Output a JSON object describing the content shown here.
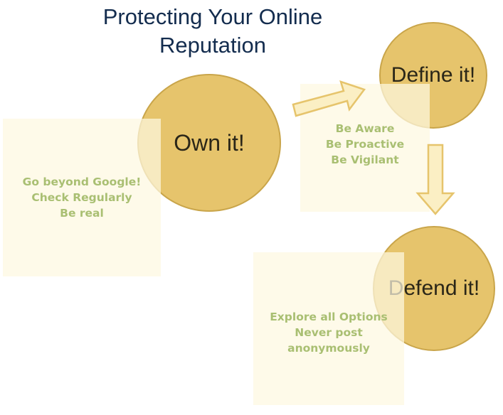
{
  "title": {
    "line1": "Protecting Your Online",
    "line2": "Reputation"
  },
  "stages": [
    {
      "label": "Own it!",
      "notes": [
        "Go beyond Google!",
        "Check Regularly",
        "Be real"
      ]
    },
    {
      "label": "Define it!",
      "notes": [
        "Be Aware",
        "Be Proactive",
        "Be Vigilant"
      ]
    },
    {
      "label": "Defend it!",
      "notes": [
        "Explore all Options",
        "Never post",
        "anonymously"
      ]
    }
  ],
  "colors": {
    "title": "#132c4e",
    "circle_fill": "#e6c46c",
    "circle_stroke": "#c9a54a",
    "note_fill": "#fef8e0",
    "note_text": "#a9bf72",
    "arrow_fill": "#fbefc4",
    "arrow_stroke": "#e6c46c"
  }
}
